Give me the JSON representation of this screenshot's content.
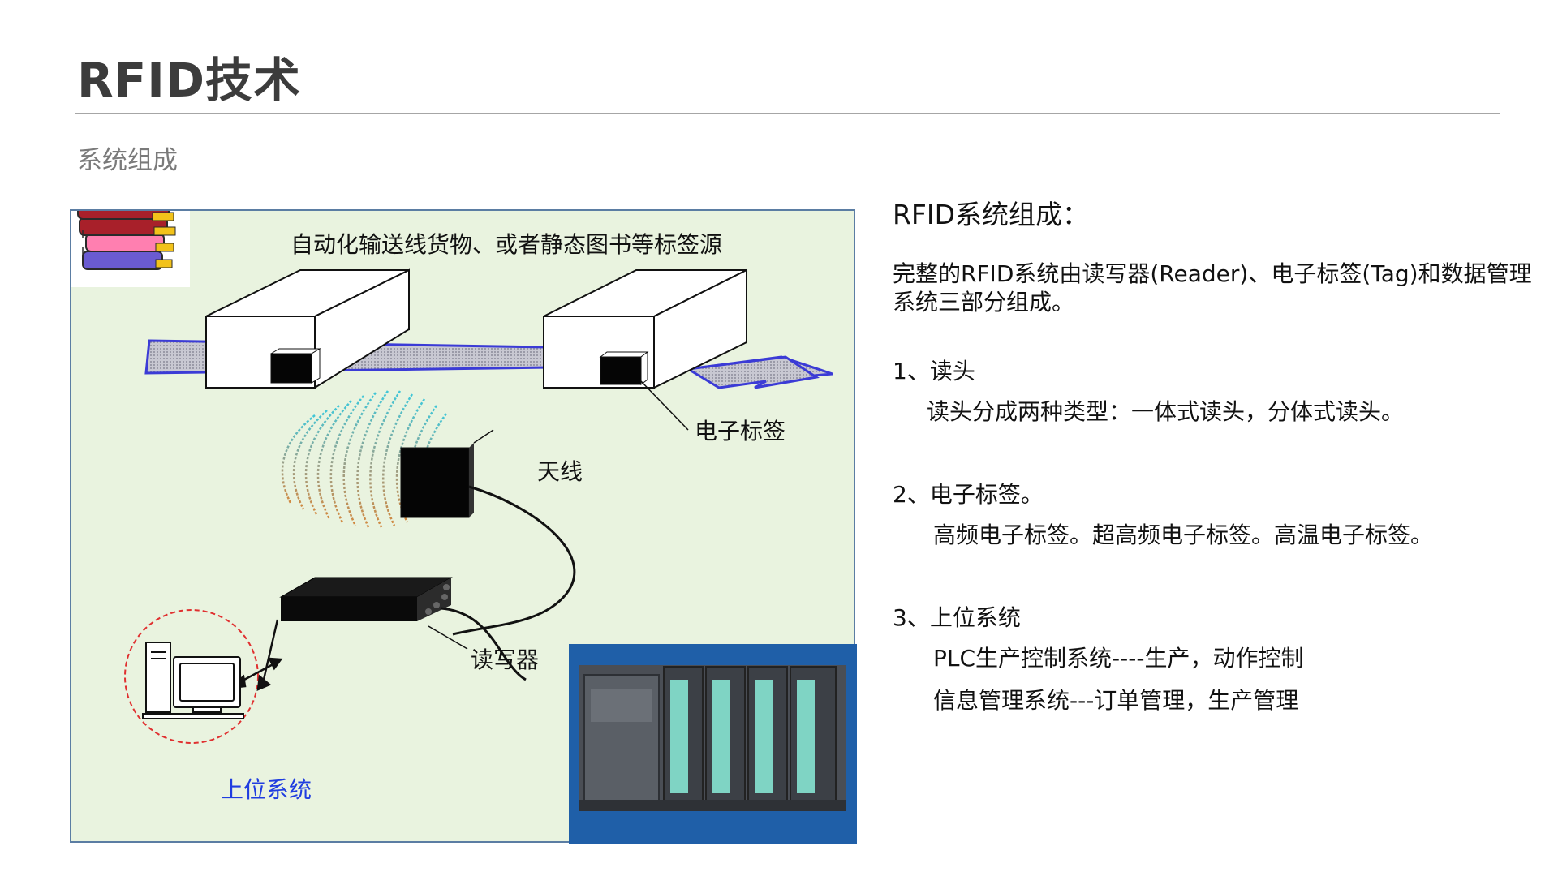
{
  "header": {
    "title": "RFID技术",
    "subtitle": "系统组成"
  },
  "diagram": {
    "conveyor_label": "自动化输送线货物、或者静态图书等标签源",
    "tag_label": "电子标签",
    "antenna_label": "天线",
    "reader_label": "读写器",
    "host_label": "上位系统",
    "colors": {
      "background": "#e9f3df",
      "border": "#5b7da3",
      "conveyor": "#3b3bd6",
      "host_text": "#1f3de0",
      "host_circle": "#e03030",
      "plc_background": "#1f5fa8"
    }
  },
  "content": {
    "heading": "RFID系统组成：",
    "intro": "完整的RFID系统由读写器(Reader)、电子标签(Tag)和数据管理系统三部分组成。",
    "items": [
      {
        "title": "1、读头",
        "details": [
          "读头分成两种类型：一体式读头，分体式读头。"
        ]
      },
      {
        "title": "2、电子标签。",
        "details": [
          "高频电子标签。超高频电子标签。高温电子标签。"
        ]
      },
      {
        "title": "3、上位系统",
        "details": [
          "PLC生产控制系统----生产，动作控制",
          "信息管理系统---订单管理，生产管理"
        ]
      }
    ]
  }
}
